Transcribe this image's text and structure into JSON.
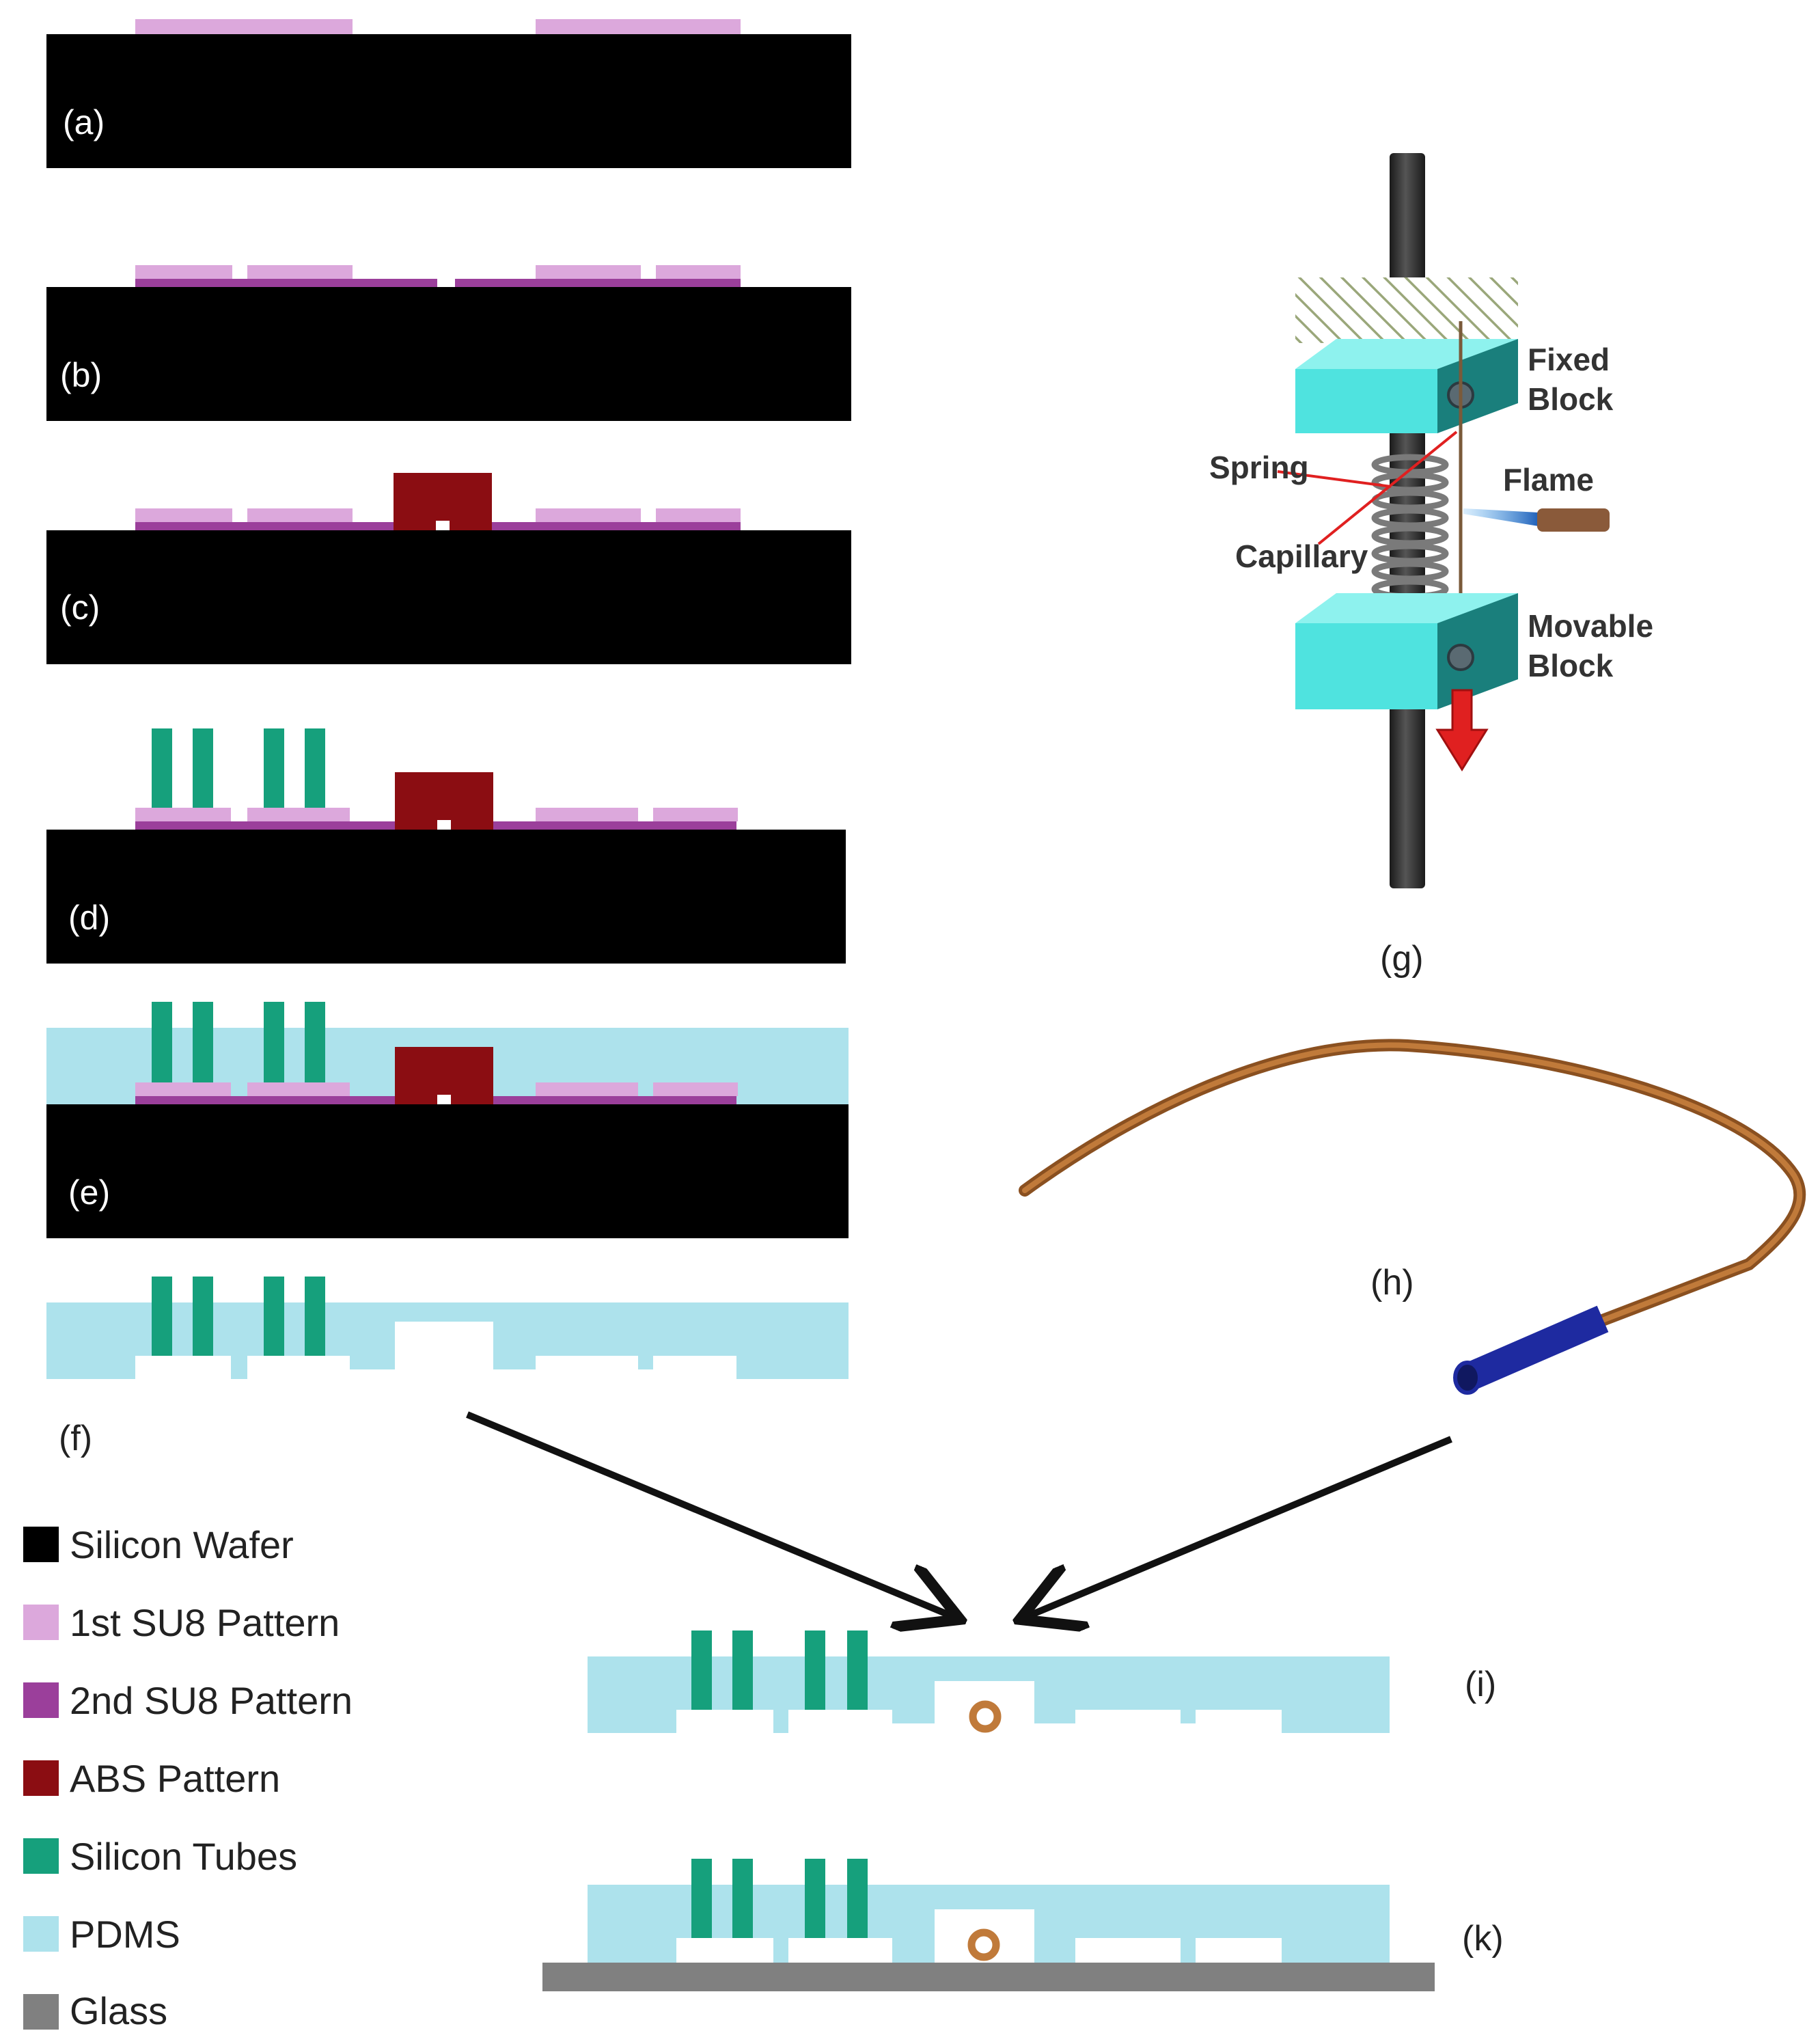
{
  "colors": {
    "silicon_wafer": "#000000",
    "su8_first": "#dca8dc",
    "su8_second": "#9b3f9b",
    "abs": "#8b0d12",
    "silicon_tubes": "#16a07c",
    "pdms": "#ade2ec",
    "glass": "#808080",
    "block": "#4fe3df",
    "block_dark": "#1a7f7c",
    "rod": "#333333",
    "capillary": "#a0612c",
    "capillary_end": "#1e2aa0",
    "arrow_red": "#e02020"
  },
  "panels": {
    "a": "(a)",
    "b": "(b)",
    "c": "(c)",
    "d": "(d)",
    "e": "(e)",
    "f": "(f)",
    "g": "(g)",
    "h": "(h)",
    "i": "(i)",
    "k": "(k)"
  },
  "puller": {
    "fixed_block": [
      "Fixed",
      "Block"
    ],
    "movable_block": [
      "Movable",
      "Block"
    ],
    "spring": "Spring",
    "flame": "Flame",
    "capillary": "Capillary"
  },
  "legend": [
    {
      "label": "Silicon Wafer",
      "color": "#000000"
    },
    {
      "label": "1st SU8 Pattern",
      "color": "#dca8dc"
    },
    {
      "label": "2nd SU8 Pattern",
      "color": "#9b3f9b"
    },
    {
      "label": "ABS Pattern",
      "color": "#8b0d12"
    },
    {
      "label": "Silicon Tubes",
      "color": "#16a07c"
    },
    {
      "label": "PDMS",
      "color": "#ade2ec"
    },
    {
      "label": "Glass",
      "color": "#808080"
    }
  ]
}
